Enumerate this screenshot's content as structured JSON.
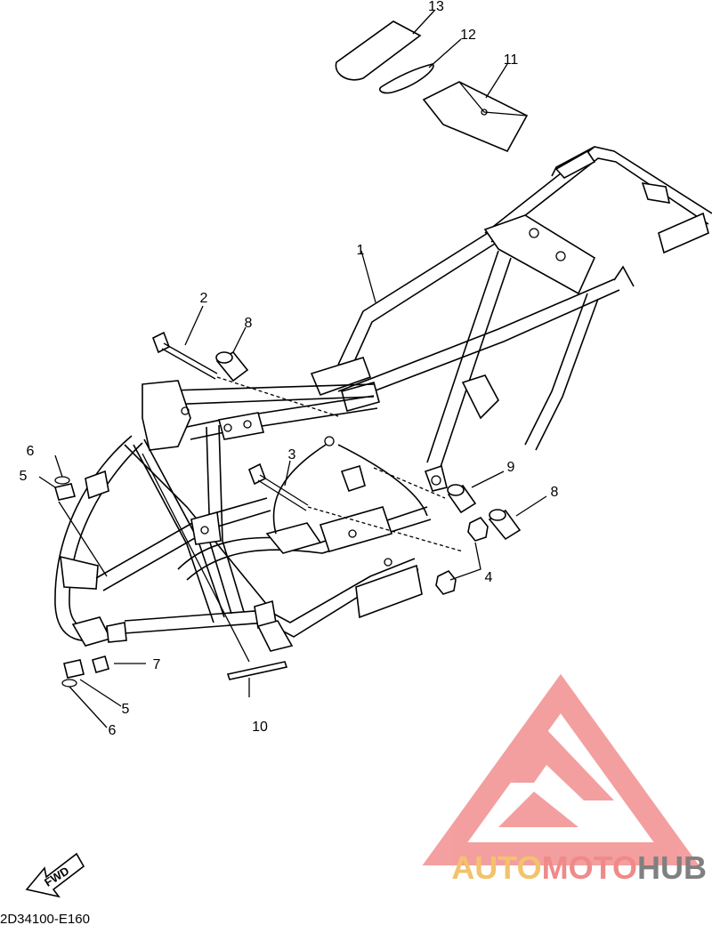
{
  "diagram": {
    "code": "2D34100-E160",
    "fwd_label": "FWD",
    "callouts": [
      {
        "id": "c1",
        "label": "1"
      },
      {
        "id": "c2",
        "label": "2"
      },
      {
        "id": "c3",
        "label": "3"
      },
      {
        "id": "c4",
        "label": "4"
      },
      {
        "id": "c5a",
        "label": "5"
      },
      {
        "id": "c5b",
        "label": "5"
      },
      {
        "id": "c6a",
        "label": "6"
      },
      {
        "id": "c6b",
        "label": "6"
      },
      {
        "id": "c7",
        "label": "7"
      },
      {
        "id": "c8a",
        "label": "8"
      },
      {
        "id": "c8b",
        "label": "8"
      },
      {
        "id": "c9",
        "label": "9"
      },
      {
        "id": "c10",
        "label": "10"
      },
      {
        "id": "c11",
        "label": "11"
      },
      {
        "id": "c12",
        "label": "12"
      },
      {
        "id": "c13",
        "label": "13"
      }
    ]
  },
  "watermark": {
    "brand_part1": "AUTO",
    "brand_part2": "MOTO",
    "brand_part3": "HUB",
    "colors": {
      "logo": "#f08080",
      "part1": "#f2c36b",
      "part2": "#f08a8a",
      "part3": "#808080"
    }
  }
}
